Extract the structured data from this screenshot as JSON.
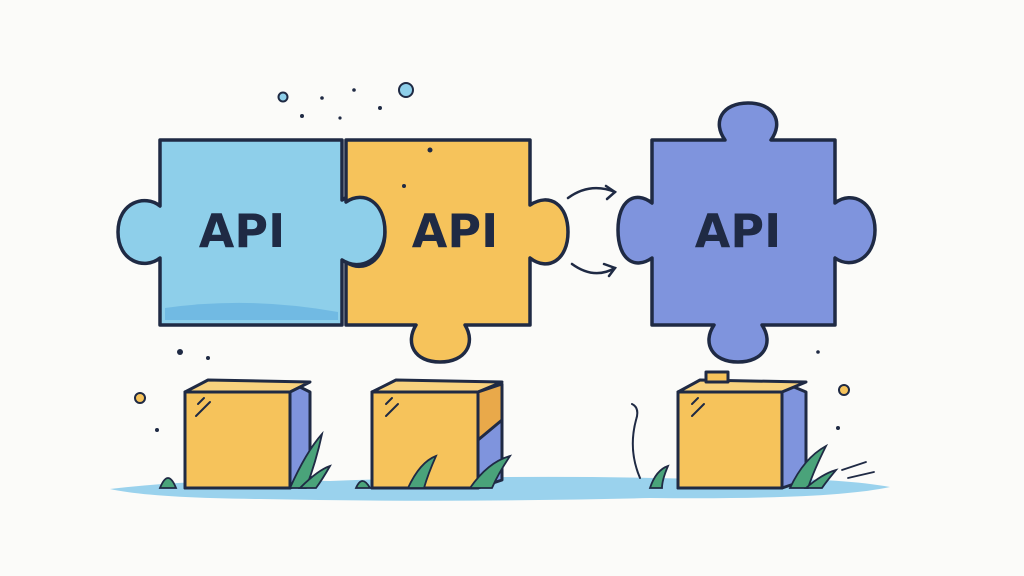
{
  "colors": {
    "background": "#fbfbf9",
    "outline": "#1f2a44",
    "piece_left": "#8ecfea",
    "piece_middle": "#f6c35b",
    "piece_right": "#7f94dd",
    "box_front": "#f6c35b",
    "box_side": "#7f94dd",
    "ground": "#8fcdeb",
    "grass": "#4aa37a"
  },
  "pieces": [
    {
      "id": "left",
      "label": "API",
      "icon": "puzzle-piece-icon"
    },
    {
      "id": "middle",
      "label": "API",
      "icon": "puzzle-piece-icon"
    },
    {
      "id": "right",
      "label": "API",
      "icon": "puzzle-piece-icon"
    }
  ],
  "boxes": [
    {
      "id": "left",
      "icon": "cube-icon"
    },
    {
      "id": "middle",
      "icon": "cube-icon"
    },
    {
      "id": "right",
      "icon": "cube-icon"
    }
  ],
  "connector_icon": "circular-arrows-icon"
}
